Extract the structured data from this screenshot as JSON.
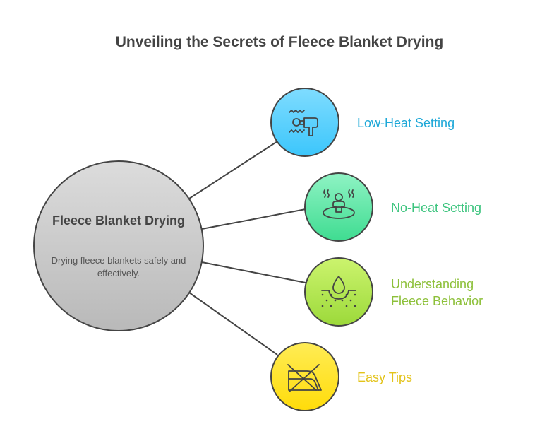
{
  "title": "Unveiling the Secrets of Fleece Blanket Drying",
  "center": {
    "title": "Fleece Blanket Drying",
    "description": "Drying fleece blankets safely and effectively."
  },
  "items": [
    {
      "label": "Low-Heat Setting",
      "icon": "hair-dryer-icon",
      "color": "#1ea8d8"
    },
    {
      "label": "No-Heat Setting",
      "icon": "steam-person-icon",
      "color": "#3cc47e"
    },
    {
      "label": "Understanding Fleece Behavior",
      "icon": "droplet-absorb-icon",
      "color": "#8dc03a"
    },
    {
      "label": "Easy Tips",
      "icon": "no-iron-icon",
      "color": "#e3c31a"
    }
  ]
}
